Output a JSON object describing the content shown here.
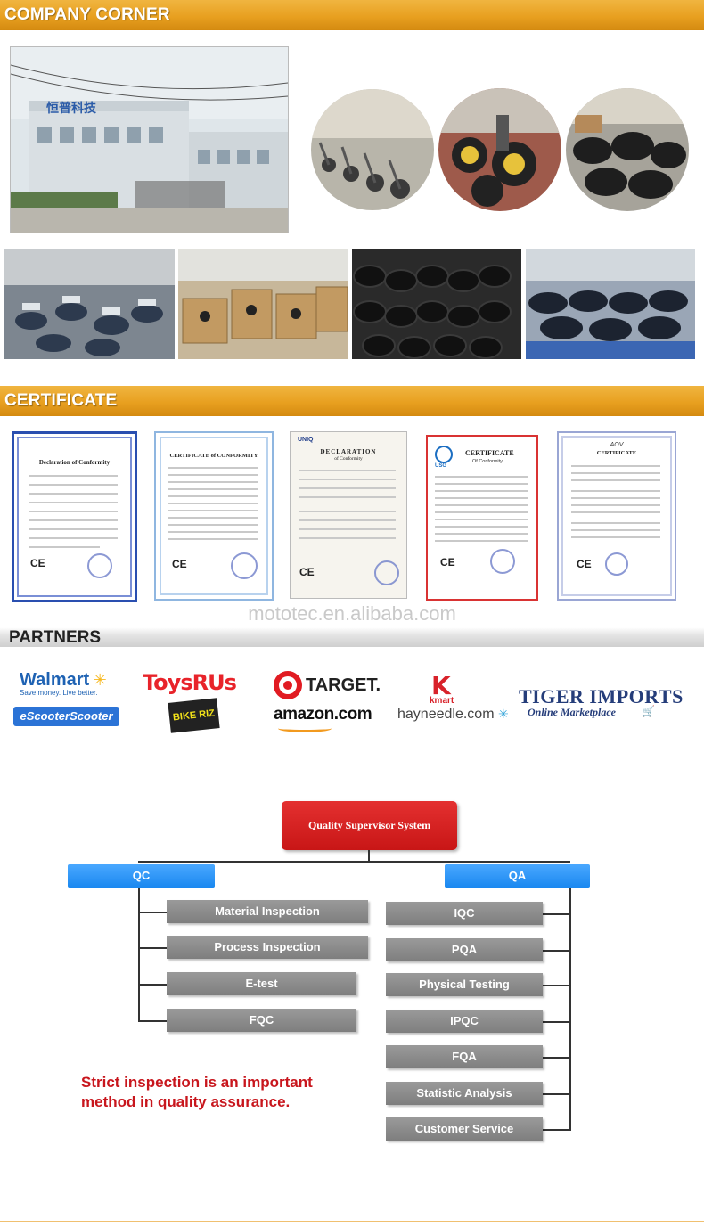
{
  "sections": {
    "company": "COMPANY CORNER",
    "certificate": "CERTIFICATE",
    "partners": "PARTNERS"
  },
  "factory_sign": "恒普科技",
  "certificates": [
    {
      "title": "Declaration of Conformity",
      "mark": "CE"
    },
    {
      "title": "CERTIFICATE of CONFORMITY",
      "mark": "CE"
    },
    {
      "title": "DECLARATION",
      "subtitle": "of Conformity",
      "logo": "UNIQ",
      "mark": "CE"
    },
    {
      "title": "CERTIFICATE",
      "subtitle": "Of Conformity",
      "logo": "USG",
      "mark": "CE"
    },
    {
      "title": "CERTIFICATE",
      "logo": "AOV",
      "mark": "CE"
    }
  ],
  "watermark": "mototec.en.alibaba.com",
  "partners": {
    "walmart": "Walmart",
    "walmart_tag": "Save money. Live better.",
    "escooter": "eScooterScooter",
    "toysrus": "ToysRUs",
    "bikeriz": "BIKE RIZ",
    "target": "TARGET.",
    "amazon": "amazon.com",
    "kmart": "kmart",
    "hayneedle": "hayneedle.com",
    "tiger": "TIGER IMPORTS",
    "tiger_tag": "Online Marketplace"
  },
  "diagram": {
    "root": "Quality Supervisor System",
    "qc": "QC",
    "qa": "QA",
    "qc_items": [
      "Material Inspection",
      "Process Inspection",
      "E-test",
      "FQC"
    ],
    "qa_items": [
      "IQC",
      "PQA",
      "Physical Testing",
      "IPQC",
      "FQA",
      "Statistic Analysis",
      "Customer Service"
    ],
    "note_line1": "Strict inspection is an important",
    "note_line2": "method in quality assurance."
  },
  "colors": {
    "banner": "#e8a020",
    "root_box": "#d81e1e",
    "blue_box": "#1a88f0",
    "gray_box": "#888888",
    "note": "#c8161d"
  }
}
